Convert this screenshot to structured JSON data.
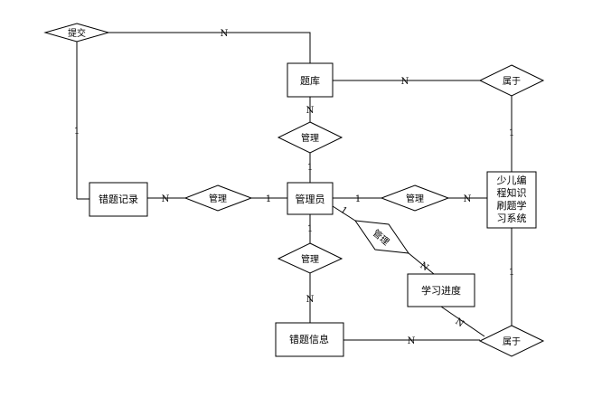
{
  "entities": {
    "tiku": "题库",
    "admin": "管理员",
    "cuoti_jilu": "错题记录",
    "cuoti_xinxi": "错题信息",
    "xuexi_jindu": "学习进度",
    "system": [
      "少儿编",
      "程知识",
      "刷题学",
      "习系统"
    ]
  },
  "relationships": {
    "tijiao": "提交",
    "guanli_top": "管理",
    "guanli_left": "管理",
    "guanli_right": "管理",
    "guanli_bottom": "管理",
    "guanli_diag": "管理",
    "shuyu_top": "属于",
    "shuyu_bottom": "属于"
  },
  "cardinalities": {
    "tijiao_tiku": "N",
    "tijiao_cuoti": "1",
    "tiku_shuyu": "N",
    "shuyu_system_top": "1",
    "tiku_guanli": "N",
    "guanli_admin_top": "1",
    "cuoti_guanli": "N",
    "guanli_admin_left": "1",
    "admin_guanli_right": "1",
    "guanli_system": "N",
    "admin_guanli_diag": "1",
    "guanli_jindu": "N",
    "admin_guanli_bottom": "1",
    "guanli_xinxi": "N",
    "system_shuyu_bottom": "1",
    "jindu_shuyu": "N",
    "xinxi_shuyu": "N"
  }
}
